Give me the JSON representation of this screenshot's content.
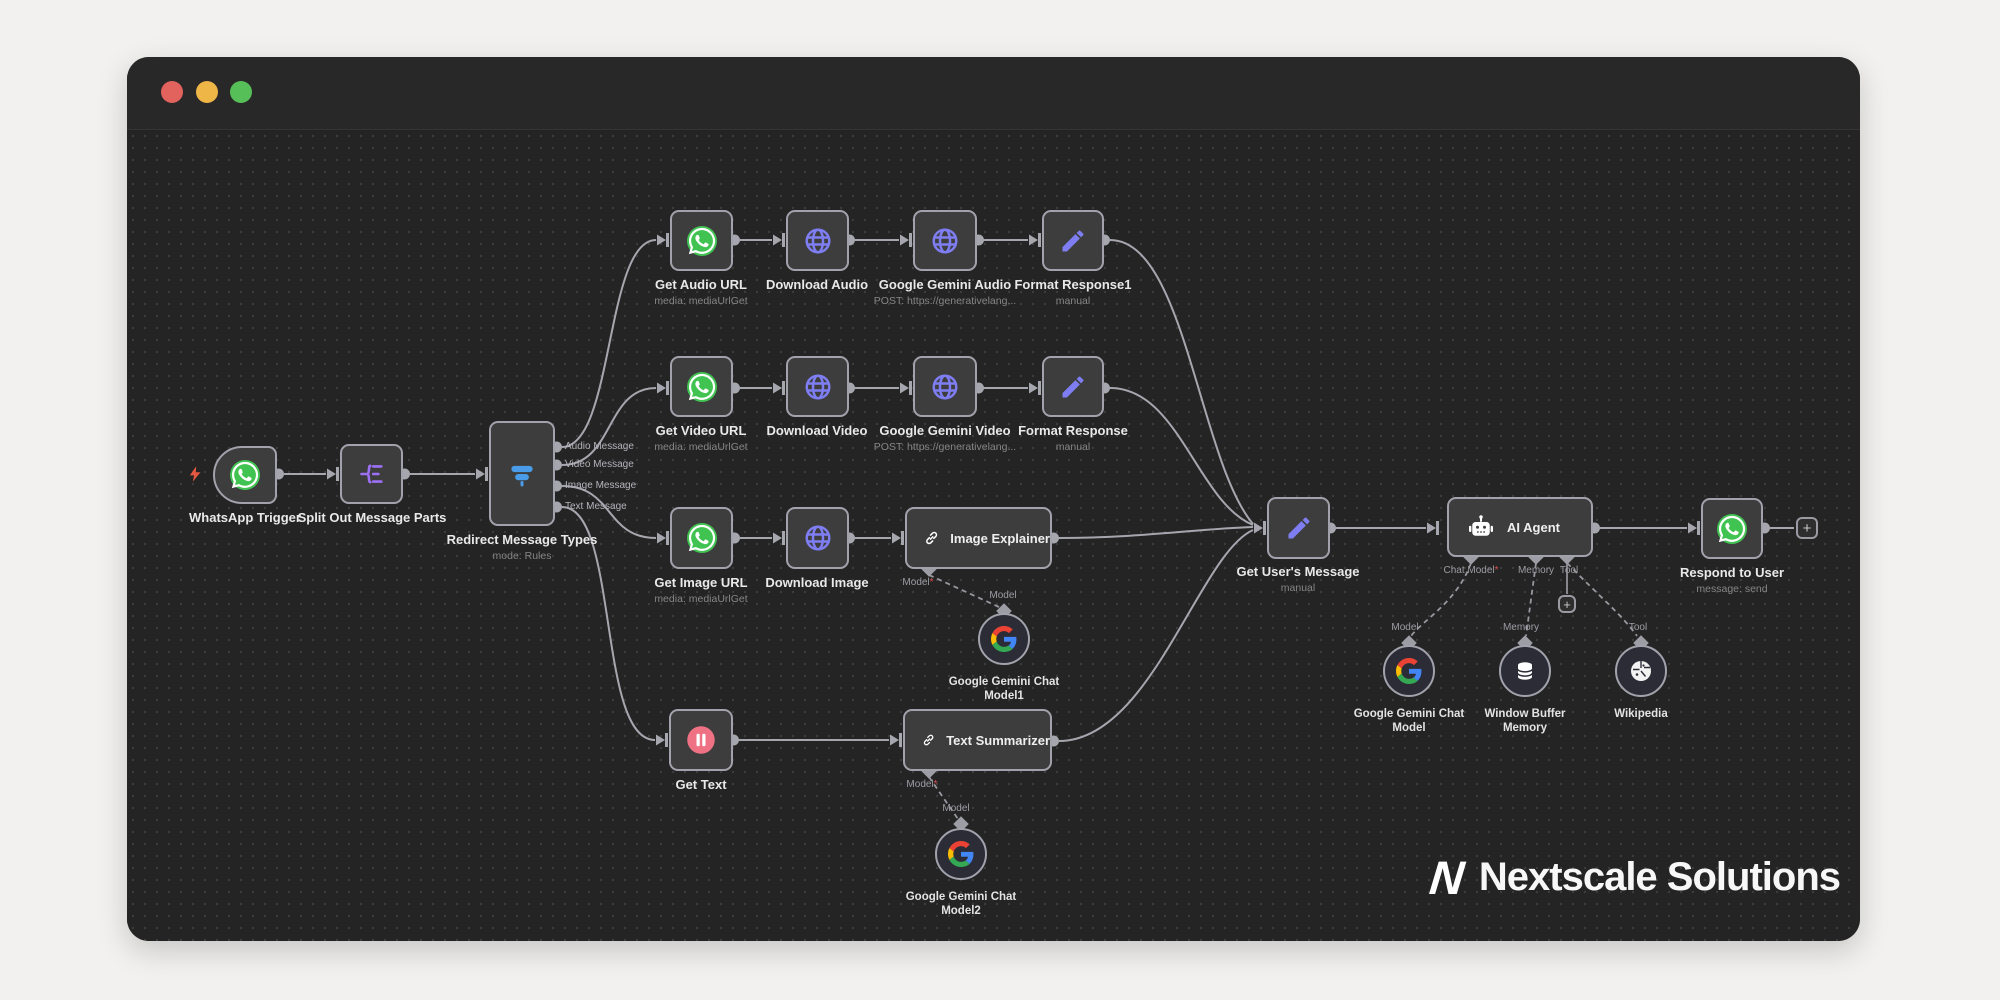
{
  "titlebar": {
    "close_color": "#e2635d",
    "minimize_color": "#eeb547",
    "zoom_color": "#57bf57"
  },
  "branding": {
    "logo_letter": "N",
    "company_name": "Nextscale Solutions"
  },
  "canvas": {
    "required_marker": "*",
    "plus_label": "+",
    "nodes": {
      "whatsapp_trigger": {
        "label": "WhatsApp Trigger"
      },
      "split_out_message_parts": {
        "label": "Split Out Message Parts"
      },
      "redirect_message_types": {
        "label": "Redirect Message Types",
        "subtitle": "mode: Rules",
        "outputs": [
          "Audio Message",
          "Video Message",
          "Image Message",
          "Text Message"
        ]
      },
      "get_audio_url": {
        "label": "Get Audio URL",
        "subtitle": "media: mediaUrlGet"
      },
      "download_audio": {
        "label": "Download Audio"
      },
      "google_gemini_audio": {
        "label": "Google Gemini Audio",
        "subtitle": "POST: https://generativelang..."
      },
      "format_response1": {
        "label": "Format Response1",
        "subtitle": "manual"
      },
      "get_video_url": {
        "label": "Get Video URL",
        "subtitle": "media: mediaUrlGet"
      },
      "download_video": {
        "label": "Download Video"
      },
      "google_gemini_video": {
        "label": "Google Gemini Video",
        "subtitle": "POST: https://generativelang..."
      },
      "format_response": {
        "label": "Format Response",
        "subtitle": "manual"
      },
      "get_image_url": {
        "label": "Get Image URL",
        "subtitle": "media: mediaUrlGet"
      },
      "download_image": {
        "label": "Download Image"
      },
      "image_explainer": {
        "label": "Image Explainer"
      },
      "google_gemini_chat_model1": {
        "label": "Google Gemini Chat Model1"
      },
      "get_text": {
        "label": "Get Text"
      },
      "text_summarizer": {
        "label": "Text Summarizer"
      },
      "google_gemini_chat_model2": {
        "label": "Google Gemini Chat Model2"
      },
      "get_users_message": {
        "label": "Get User's Message",
        "subtitle": "manual"
      },
      "ai_agent": {
        "label": "AI Agent"
      },
      "google_gemini_chat_model": {
        "label": "Google Gemini Chat Model"
      },
      "window_buffer_memory": {
        "label": "Window Buffer Memory"
      },
      "wikipedia": {
        "label": "Wikipedia"
      },
      "respond_to_user": {
        "label": "Respond to User",
        "subtitle": "message: send"
      }
    },
    "connector_labels": {
      "model": "Model",
      "chat_model": "Chat Model",
      "memory": "Memory",
      "tool": "Tool"
    }
  }
}
